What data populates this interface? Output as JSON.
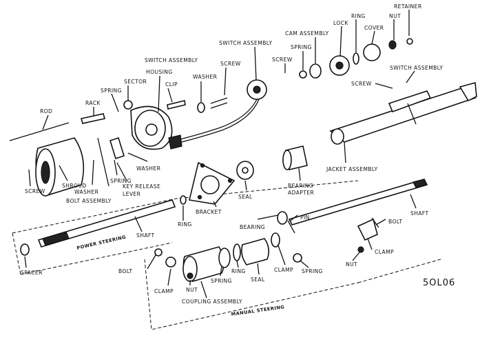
{
  "figure_code": "5OL06",
  "labels": {
    "retainer": "RETAINER",
    "nut_top": "NUT",
    "ring_top": "RING",
    "cover": "COVER",
    "lock": "LOCK",
    "cam_assembly": "CAM ASSEMBLY",
    "spring_top": "SPRING",
    "screw_top": "SCREW",
    "switch_assembly_center": "SWITCH ASSEMBLY",
    "switch_assembly_left": "SWITCH ASSEMBLY",
    "switch_assembly_right": "SWITCH ASSEMBLY",
    "screw_right": "SCREW",
    "housing": "HOUSING",
    "washer_top": "WASHER",
    "screw_mid": "SCREW",
    "sector": "SECTOR",
    "clip": "CLIP",
    "spring_left": "SPRING",
    "rack": "RACK",
    "rod": "ROD",
    "washer_mid": "WASHER",
    "jacket_assembly": "JACKET ASSEMBLY",
    "bearing_adapter_1": "BEARING",
    "bearing_adapter_2": "ADAPTER",
    "seal_mid": "SEAL",
    "bracket": "BRACKET",
    "screw_left": "SCREW",
    "shroud": "SHROUD",
    "washer_left": "WASHER",
    "spring_mid": "SPRING",
    "key_release_1": "KEY RELEASE",
    "key_release_2": "LEVER",
    "bolt_assembly": "BOLT ASSEMBLY",
    "ring_mid": "RING",
    "shaft_power": "SHAFT",
    "power_steering": "POWER STEERING",
    "spacer": "SPACER",
    "bearing_mid": "BEARING",
    "pin": "PIN",
    "shaft_right": "SHAFT",
    "bolt_right": "BOLT",
    "clamp_right": "CLAMP",
    "nut_right": "NUT",
    "clamp_mid": "CLAMP",
    "spring_low": "SPRING",
    "seal_low": "SEAL",
    "ring_low": "RING",
    "spring_coupling": "SPRING",
    "bolt_low": "BOLT",
    "clamp_low": "CLAMP",
    "nut_low": "NUT",
    "coupling_assembly": "COUPLING ASSEMBLY",
    "manual_steering": "MANUAL STEERING"
  }
}
